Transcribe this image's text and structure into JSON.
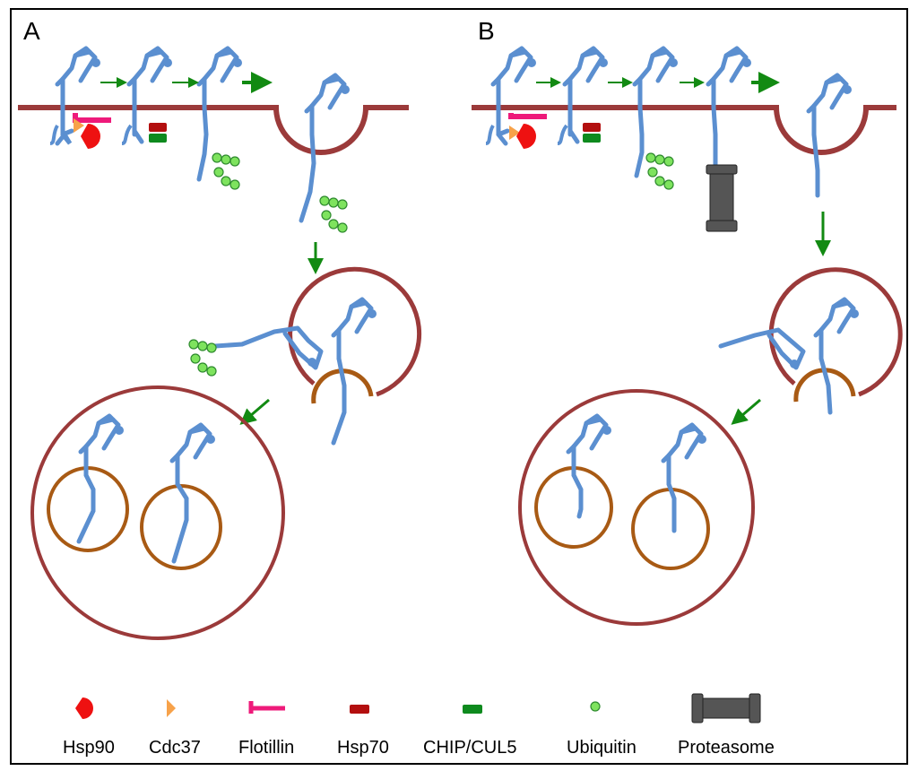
{
  "panels": [
    {
      "label": "A"
    },
    {
      "label": "B"
    }
  ],
  "legend": [
    {
      "name": "hsp90",
      "label": "Hsp90",
      "color": "#ee1111"
    },
    {
      "name": "cdc37",
      "label": "Cdc37",
      "color": "#f7a24a"
    },
    {
      "name": "flotillin",
      "label": "Flotillin",
      "color": "#ee1a7a"
    },
    {
      "name": "hsp70",
      "label": "Hsp70",
      "color": "#b30f0f"
    },
    {
      "name": "chip-cul5",
      "label": "CHIP/CUL5",
      "color": "#0e8a1e"
    },
    {
      "name": "ubiquitin",
      "label": "Ubiquitin",
      "color": "#7ee35e"
    },
    {
      "name": "proteasome",
      "label": "Proteasome",
      "color": "#555555"
    }
  ],
  "colors": {
    "membrane": "#9b3a3a",
    "inner_vesicle": "#a85a14",
    "receptor": "#5b8fd0",
    "arrow": "#128a12",
    "ubiquitin_stroke": "#2e8a2e",
    "frame": "#000000"
  }
}
